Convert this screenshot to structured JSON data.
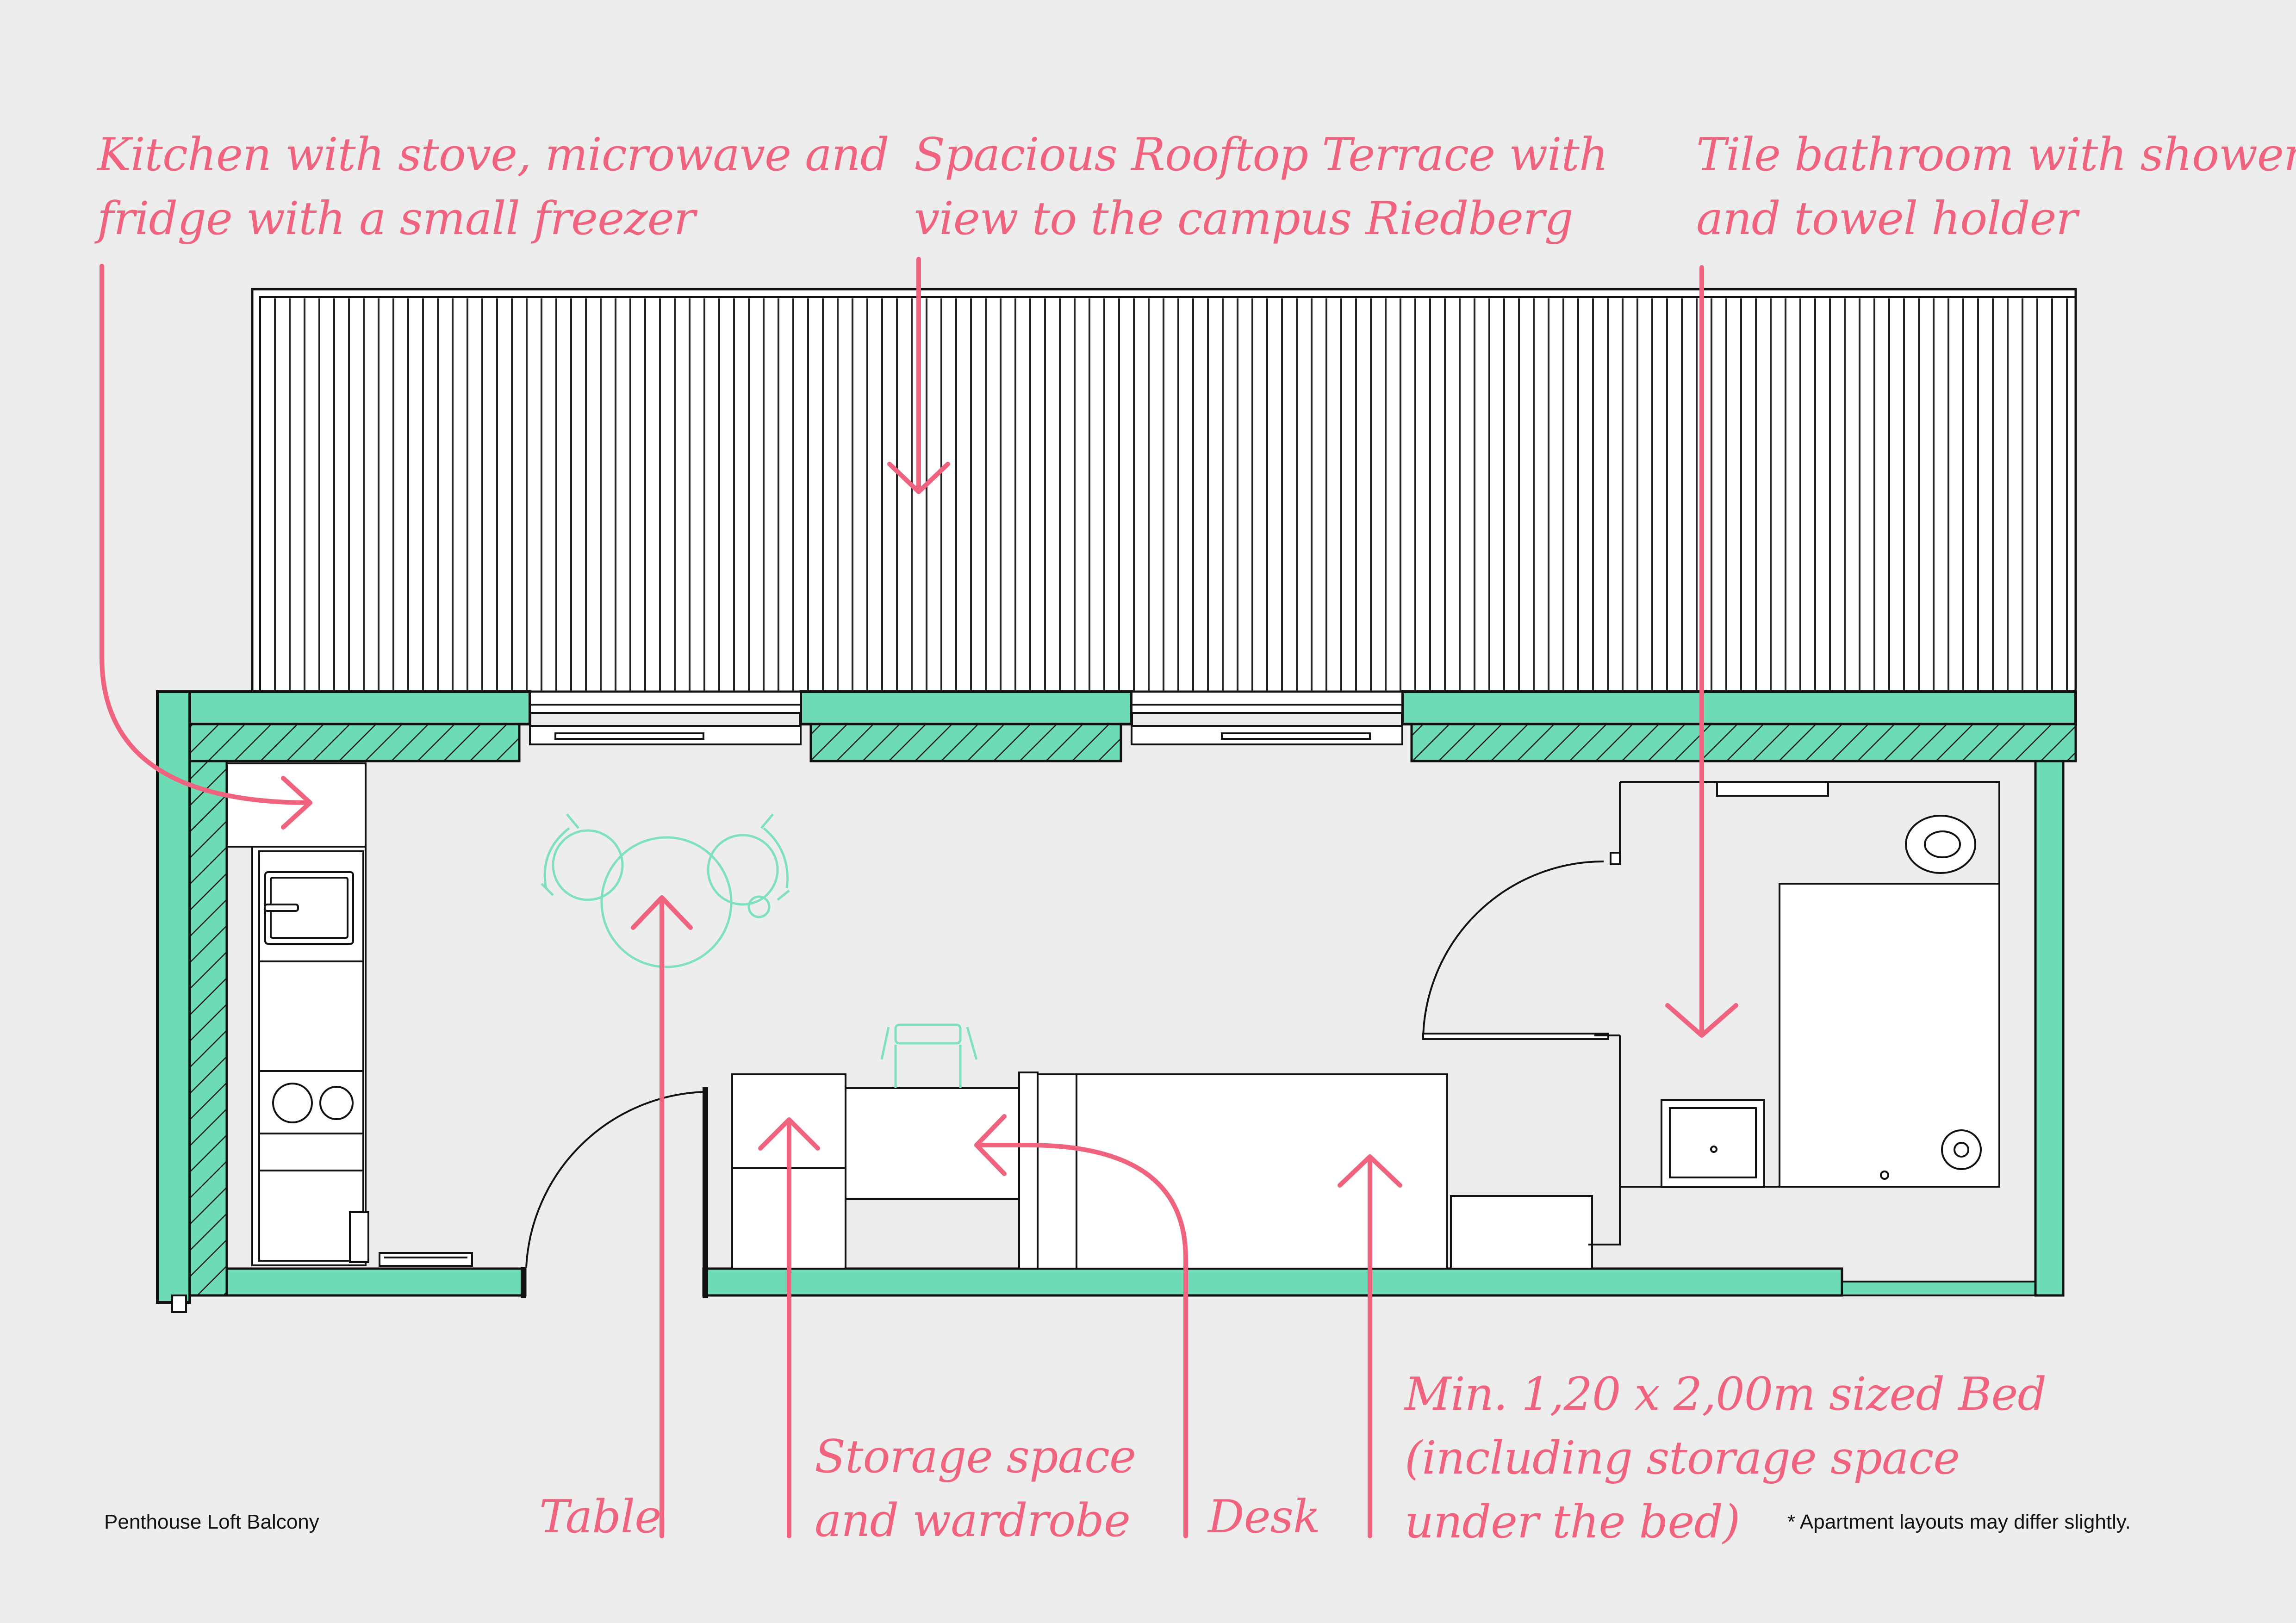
{
  "labels": {
    "kitchen": [
      "Kitchen with stove, microwave and",
      "fridge with a small freezer"
    ],
    "terrace": [
      "Spacious Rooftop Terrace with",
      "view to the campus Riedberg"
    ],
    "bathroom": [
      "Tile bathroom with shower",
      "and towel holder"
    ],
    "table": "Table",
    "storage": [
      "Storage space",
      "and wardrobe"
    ],
    "desk": "Desk",
    "bed": [
      "Min. 1,20 x 2,00m sized Bed",
      "(including storage space",
      "under the bed)"
    ]
  },
  "footer": {
    "title": "Penthouse Loft Balcony",
    "note": "* Apartment layouts may differ slightly."
  },
  "colors": {
    "background": "#ededed",
    "wall": "#6ddcb4",
    "annotation": "#f0637e",
    "line": "#111111",
    "furniture_outline": "#7fe0bd"
  }
}
